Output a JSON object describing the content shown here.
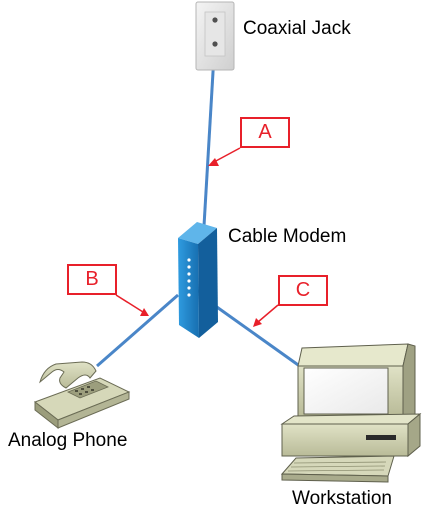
{
  "devices": {
    "coaxial_jack": "Coaxial Jack",
    "cable_modem": "Cable Modem",
    "analog_phone": "Analog Phone",
    "workstation": "Workstation"
  },
  "callouts": {
    "a": "A",
    "b": "B",
    "c": "C"
  },
  "colors": {
    "link": "#4a86c8",
    "callout": "#e8202a",
    "modem": "#1f7ec2",
    "device_body": "#d2d4b4"
  }
}
